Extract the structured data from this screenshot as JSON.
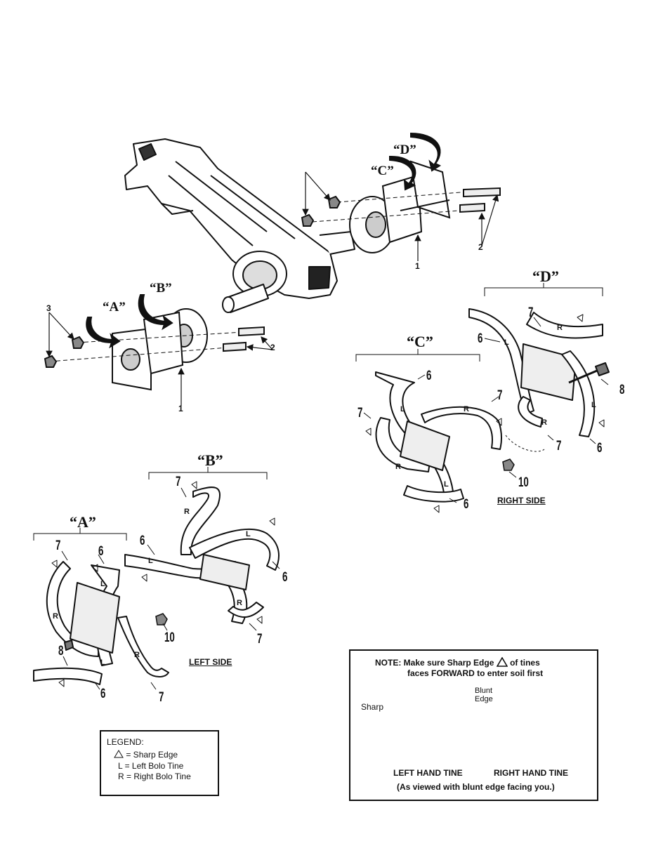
{
  "group_labels": {
    "a": "“A”",
    "b": "“B”",
    "c": "“C”",
    "d": "“D”"
  },
  "part_numbers": {
    "p1": "1",
    "p2": "2",
    "p3": "3",
    "p6": "6",
    "p7": "7",
    "p8": "8",
    "p10": "10"
  },
  "tine_letters": {
    "left": "L",
    "right": "R"
  },
  "sides": {
    "left": "LEFT SIDE",
    "right": "RIGHT SIDE"
  },
  "legend": {
    "title": "LEGEND:",
    "sharp": "= Sharp Edge",
    "left_code": "L",
    "left": "= Left Bolo Tine",
    "right_code": "R",
    "right": "= Right Bolo Tine"
  },
  "note": {
    "line1_prefix": "NOTE:  Make sure Sharp Edge",
    "line1_suffix": "of tines",
    "line2": "faces FORWARD to enter soil first",
    "sharp_label": "Sharp",
    "blunt_line1": "Blunt",
    "blunt_line2": "Edge",
    "left_tine": "LEFT HAND TINE",
    "right_tine": "RIGHT HAND TINE",
    "viewed": "(As viewed with blunt edge facing you.)"
  }
}
